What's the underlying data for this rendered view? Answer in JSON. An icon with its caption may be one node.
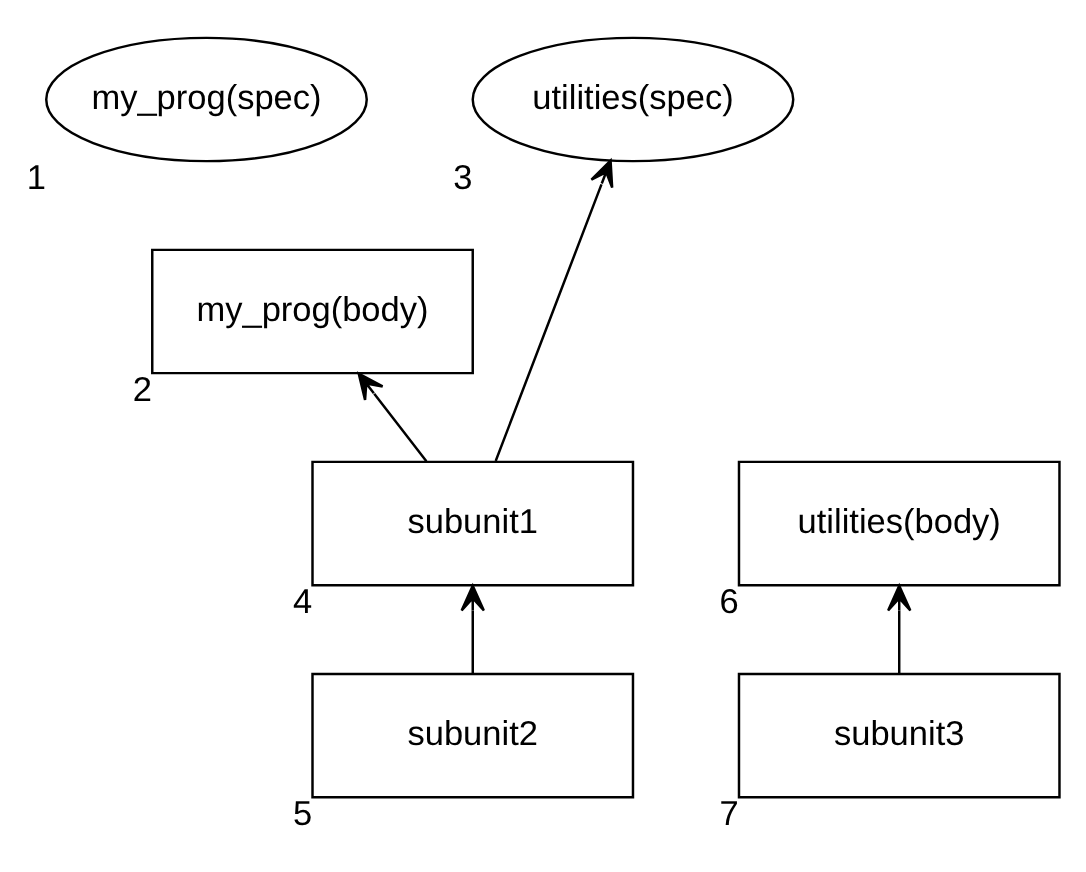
{
  "diagram": {
    "nodes": [
      {
        "text": [
          "my_prog(spec)"
        ],
        "beside": [
          "1"
        ]
      },
      {
        "text": [
          "my_prog(body)"
        ],
        "beside": [
          "2"
        ]
      },
      {
        "text": [
          "utilities(spec)"
        ],
        "beside": [
          "3"
        ]
      },
      {
        "text": [
          "utilities(body)"
        ],
        "beside": [
          "6"
        ]
      },
      {
        "text": [
          "subunit1"
        ],
        "beside": [
          "4"
        ]
      },
      {
        "text": [
          "subunit2"
        ],
        "beside": [
          "5"
        ]
      },
      {
        "text": [
          "subunit3"
        ],
        "beside": [
          "7"
        ]
      }
    ],
    "edges": [
      {
        "from": 4,
        "to": 1,
        "arrow": "to"
      },
      {
        "from": 4,
        "to": 2,
        "arrow": "to"
      },
      {
        "from": 5,
        "to": 4,
        "arrow": "to"
      },
      {
        "from": 6,
        "to": 3,
        "arrow": "to"
      }
    ]
  }
}
